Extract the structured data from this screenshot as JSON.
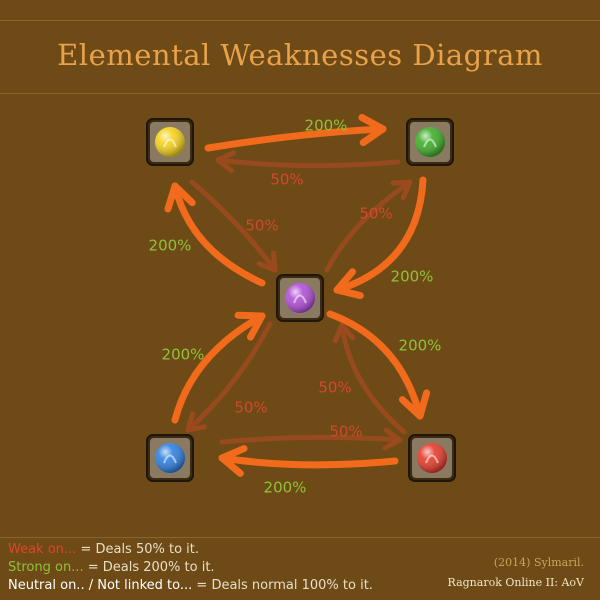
{
  "title": "Elemental Weaknesses Diagram",
  "elements": {
    "earth": {
      "icon": "earth-orb-icon",
      "color": "#f5d21c"
    },
    "wind": {
      "icon": "wind-orb-icon",
      "color": "#3fae2a"
    },
    "ghost": {
      "icon": "ghost-orb-icon",
      "color": "#b04fd6"
    },
    "water": {
      "icon": "water-orb-icon",
      "color": "#2f7fe0"
    },
    "fire": {
      "icon": "fire-orb-icon",
      "color": "#e53b2a"
    }
  },
  "arrows": [
    {
      "name": "earth-to-wind",
      "label": "200%",
      "kind": "strong"
    },
    {
      "name": "wind-to-earth",
      "label": "50%",
      "kind": "weak"
    },
    {
      "name": "wind-to-ghost",
      "label": "200%",
      "kind": "strong"
    },
    {
      "name": "ghost-to-wind",
      "label": "50%",
      "kind": "weak"
    },
    {
      "name": "ghost-to-earth",
      "label": "200%",
      "kind": "strong"
    },
    {
      "name": "earth-to-ghost",
      "label": "50%",
      "kind": "weak"
    },
    {
      "name": "ghost-to-fire",
      "label": "200%",
      "kind": "strong"
    },
    {
      "name": "fire-to-ghost",
      "label": "50%",
      "kind": "weak"
    },
    {
      "name": "fire-to-water",
      "label": "200%",
      "kind": "strong"
    },
    {
      "name": "water-to-fire",
      "label": "50%",
      "kind": "weak"
    },
    {
      "name": "water-to-ghost",
      "label": "200%",
      "kind": "strong"
    },
    {
      "name": "ghost-to-water",
      "label": "50%",
      "kind": "weak"
    }
  ],
  "legend": {
    "weak_term": "Weak on...",
    "weak_desc": " = Deals 50% to it.",
    "strong_term": "Strong on...",
    "strong_desc": " = Deals 200% to it.",
    "neutral_term": "Neutral on..",
    "neutral_sep": " / ",
    "notlinked_term": "Not linked to...",
    "neutral_desc": " = Deals normal 100% to it."
  },
  "credit": {
    "line1": "(2014) Sylmaril.",
    "line2": "Ragnarok Online II: AoV"
  },
  "colors": {
    "background": "#6e4a16",
    "title": "#e9a24a",
    "arrow_strong": "#f26a1b",
    "arrow_weak": "#9b4a1e",
    "label_strong": "#8fc23a",
    "label_weak": "#d2482a",
    "legend_weak": "#e0452a",
    "legend_strong": "#8fc23a",
    "legend_neutral": "#ffffff",
    "legend_text": "#e8dfc8",
    "credit1": "#c9a45a",
    "credit2": "#f0e6c8"
  }
}
